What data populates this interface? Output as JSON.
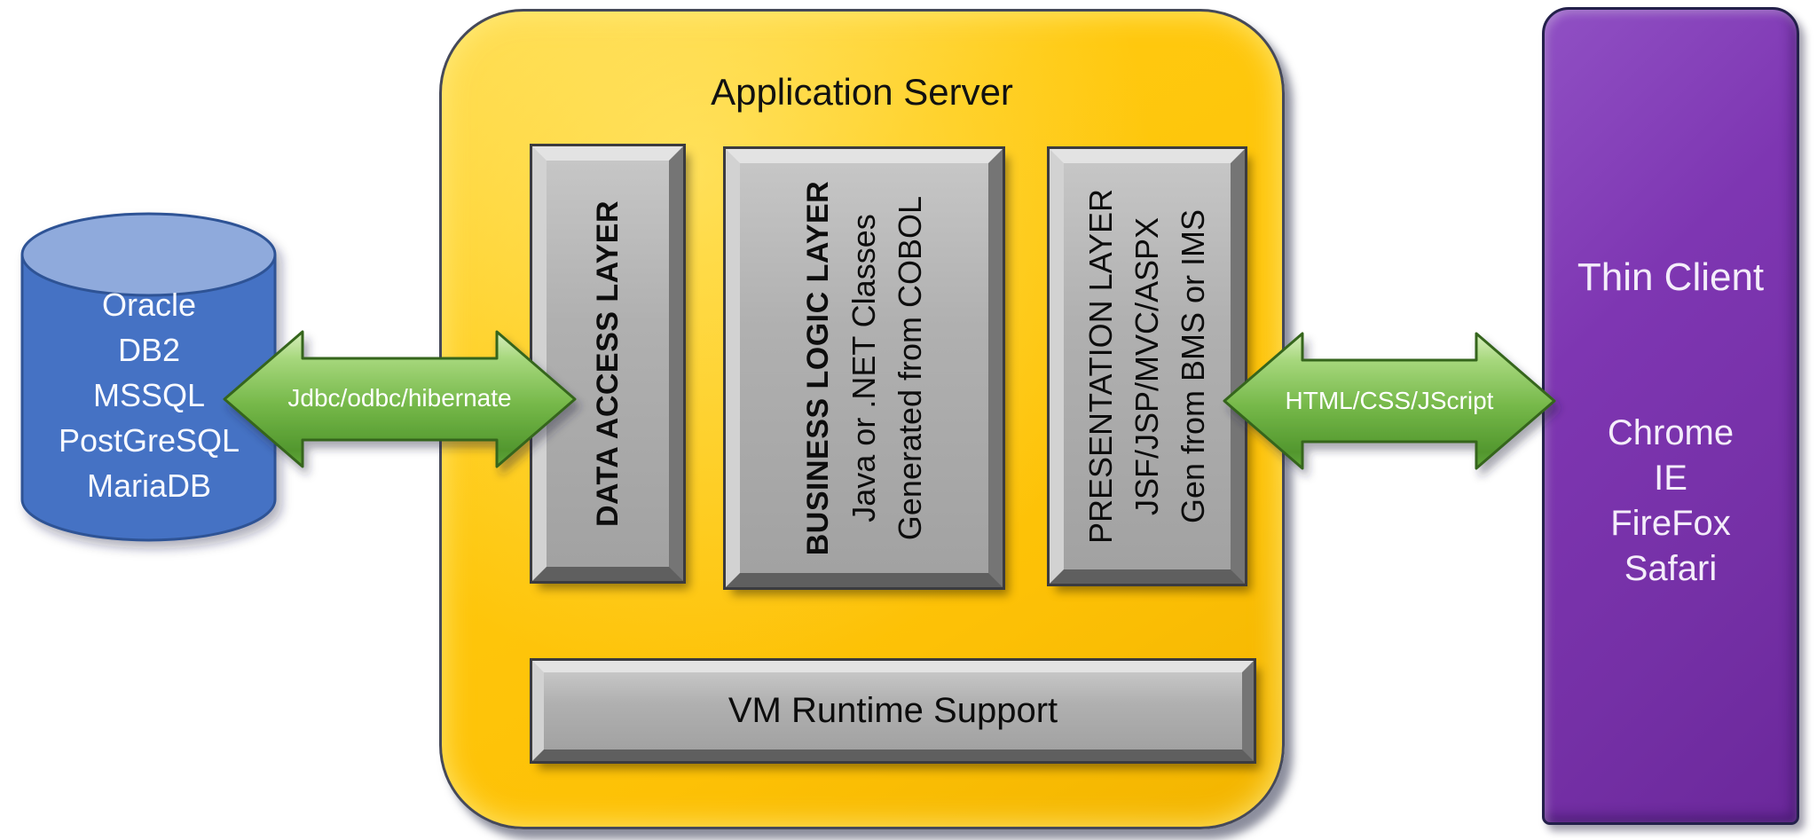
{
  "diagram": {
    "database": {
      "items": [
        "Oracle",
        "DB2",
        "MSSQL",
        "PostGreSQL",
        "MariaDB"
      ],
      "body_color": "#4472C4",
      "top_color": "#8FAADC",
      "border_color": "#2E5395"
    },
    "app_server": {
      "title": "Application Server",
      "fill_color": "#FFC90F",
      "layers": [
        {
          "title": "DATA ACCESS LAYER",
          "lines": []
        },
        {
          "title": "BUSINESS LOGIC LAYER",
          "lines": [
            "Java or .NET Classes",
            "Generated from COBOL"
          ]
        },
        {
          "title": "PRESENTATION LAYER",
          "lines": [
            "JSF/JSP/MVC/ASPX",
            "Gen from BMS or IMS"
          ]
        }
      ],
      "runtime_bar": "VM Runtime Support",
      "layer_fill_color": "#ADADAD"
    },
    "client": {
      "title": "Thin Client",
      "browsers": [
        "Chrome",
        "IE",
        "FireFox",
        "Safari"
      ],
      "fill_color": "#7B32AD"
    },
    "connections": {
      "left": {
        "label": "Jdbc/odbc/hibernate",
        "color": "#76B84A"
      },
      "right": {
        "label": "HTML/CSS/JScript",
        "color": "#76B84A"
      }
    }
  }
}
